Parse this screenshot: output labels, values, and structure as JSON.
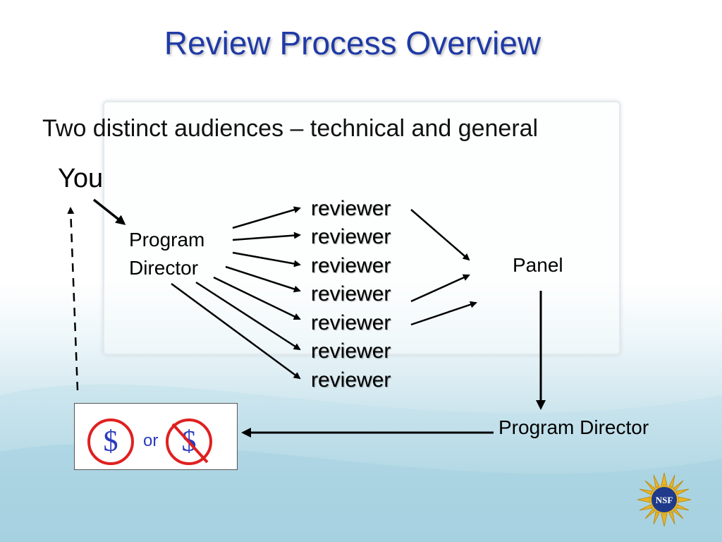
{
  "slide": {
    "title": "Review Process Overview",
    "subtitle": "Two distinct audiences – technical and general"
  },
  "diagram": {
    "you_label": "You",
    "program_director_left": [
      "Program",
      "Director"
    ],
    "reviewers": [
      "reviewer",
      "reviewer",
      "reviewer",
      "reviewer",
      "reviewer",
      "reviewer",
      "reviewer"
    ],
    "panel_label": "Panel",
    "program_director_bottom": "Program Director",
    "outcome": {
      "funded_symbol": "$",
      "or_text": "or",
      "declined_symbol": "$"
    }
  },
  "logo": {
    "text": "NSF"
  },
  "colors": {
    "title": "#1f3aa6",
    "circle": "#e02020",
    "dollar": "#2a3ac0"
  }
}
